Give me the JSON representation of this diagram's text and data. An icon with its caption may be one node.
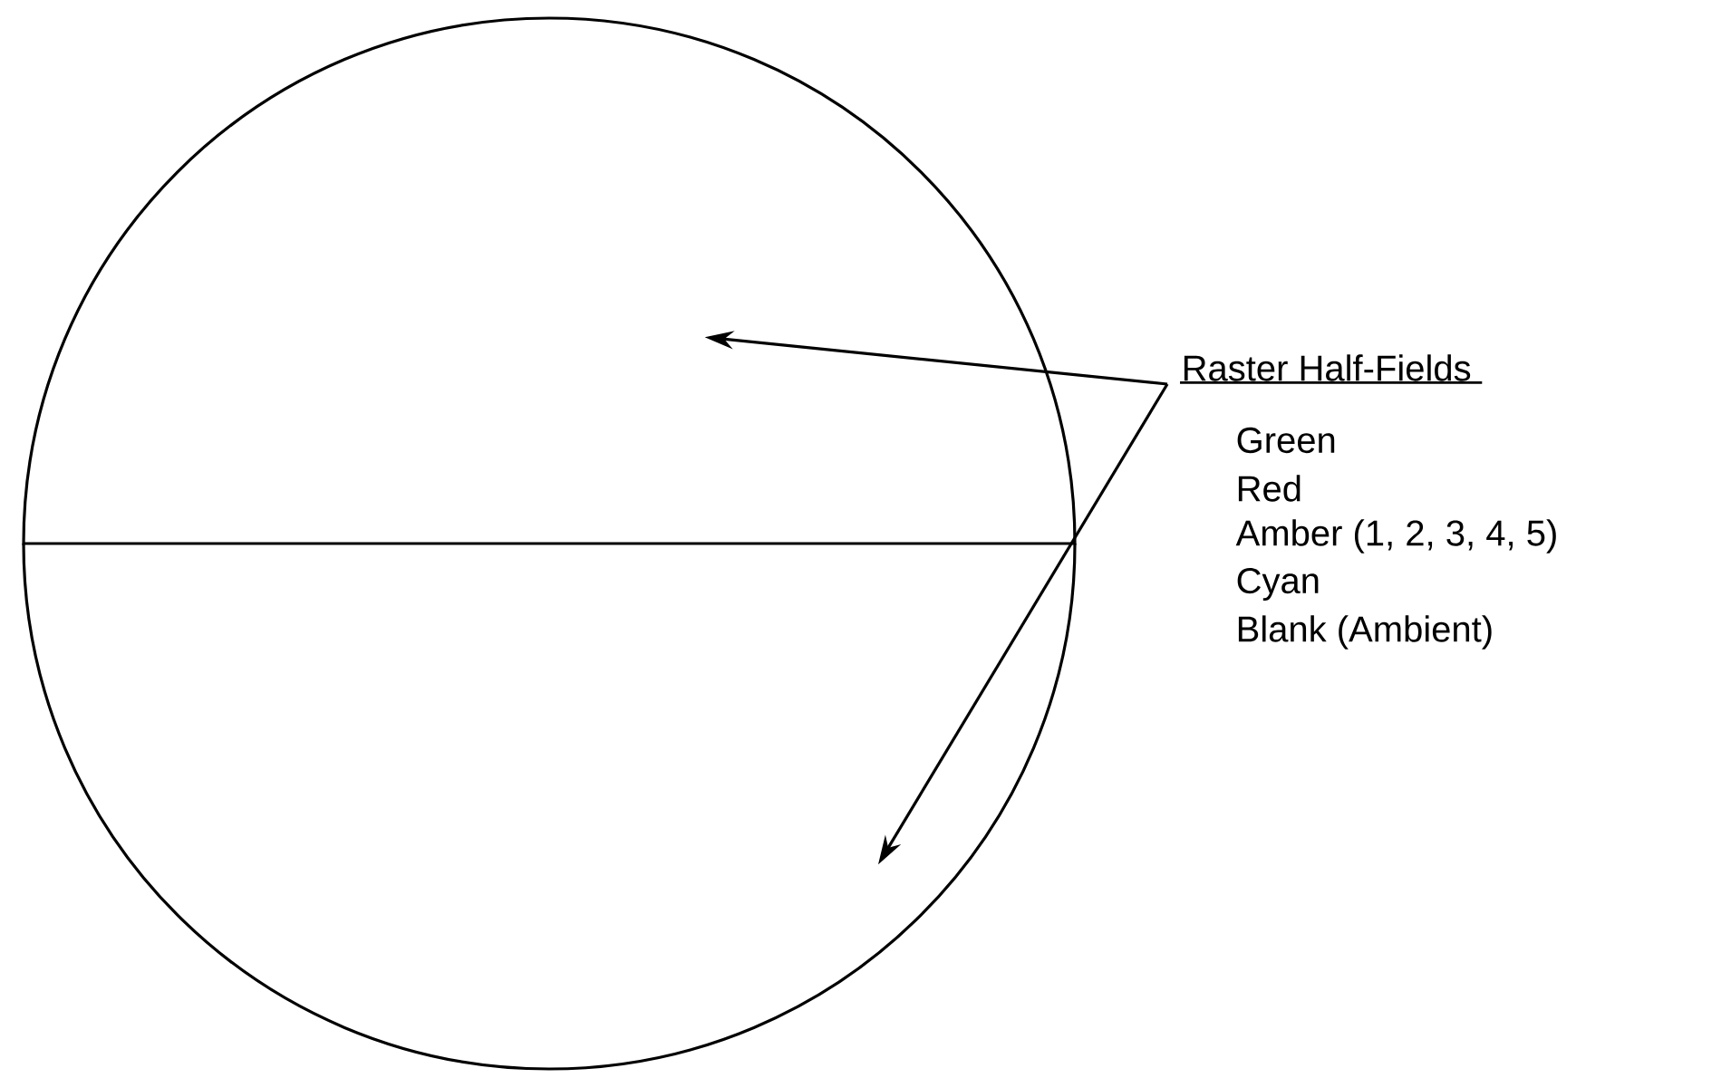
{
  "diagram": {
    "nodes": [
      {
        "text": [
          "Raster Half-Fields"
        ]
      },
      {
        "text": [],
        "shape": "semicircle"
      },
      {
        "text": [],
        "shape": "semicircle"
      }
    ],
    "edges": [
      {
        "from": 0,
        "to": 1,
        "arrow": "to"
      },
      {
        "from": 0,
        "to": 2,
        "arrow": "to"
      }
    ],
    "labels": [
      "Green",
      "Red",
      "Amber (1, 2, 3, 4, 5)",
      "Cyan",
      "Blank (Ambient)"
    ]
  }
}
